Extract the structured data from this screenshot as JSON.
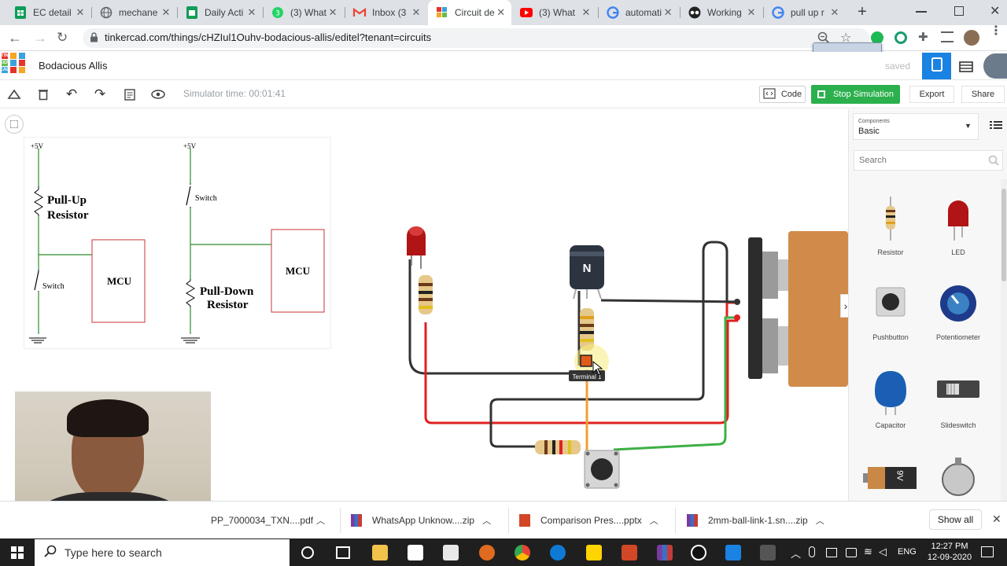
{
  "tabs": [
    {
      "title": "EC detail",
      "icon": "sheets-icon"
    },
    {
      "title": "mechane",
      "icon": "globe-icon"
    },
    {
      "title": "Daily Acti",
      "icon": "sheets-icon"
    },
    {
      "title": "(3) What",
      "icon": "whatsapp-icon"
    },
    {
      "title": "Inbox (3",
      "icon": "gmail-icon"
    },
    {
      "title": "Circuit de",
      "icon": "tinkercad-icon"
    },
    {
      "title": "(3) What",
      "icon": "youtube-icon"
    },
    {
      "title": "automati",
      "icon": "google-icon"
    },
    {
      "title": "Working",
      "icon": "owl-icon"
    },
    {
      "title": "pull up r",
      "icon": "google-icon"
    }
  ],
  "url": "tinkercad.com/things/cHZIul1Ouhv-bodacious-allis/editel?tenant=circuits",
  "logo": [
    "TIN",
    "KER",
    "CAD"
  ],
  "project_title": "Bodacious Allis",
  "saved_label": "saved",
  "simulator_time": "Simulator time: 00:01:41",
  "buttons": {
    "code": "Code",
    "stop": "Stop Simulation",
    "export": "Export",
    "share": "Share"
  },
  "components": {
    "label": "Components",
    "selected": "Basic",
    "search_placeholder": "Search",
    "items": [
      "Resistor",
      "LED",
      "Pushbutton",
      "Potentiometer",
      "Capacitor",
      "Slideswitch"
    ]
  },
  "diagram": {
    "v1": "+5V",
    "v2": "+5V",
    "pullup": "Pull-Up",
    "resistor1": "Resistor",
    "switch1": "Switch",
    "mcu1": "MCU",
    "switch2": "Switch",
    "pulldown": "Pull-Down",
    "resistor2": "Resistor",
    "mcu2": "MCU"
  },
  "circuit": {
    "transistor": "N",
    "tooltip": "Terminal 1",
    "battery": "9V"
  },
  "downloads": [
    "PP_7000034_TXN....pdf",
    "WhatsApp Unknow....zip",
    "Comparison Pres....pptx",
    "2mm-ball-link-1.sn....zip"
  ],
  "show_all": "Show all",
  "taskbar": {
    "search": "Type here to search",
    "lang": "ENG",
    "time": "12:27 PM",
    "date": "12-09-2020"
  }
}
